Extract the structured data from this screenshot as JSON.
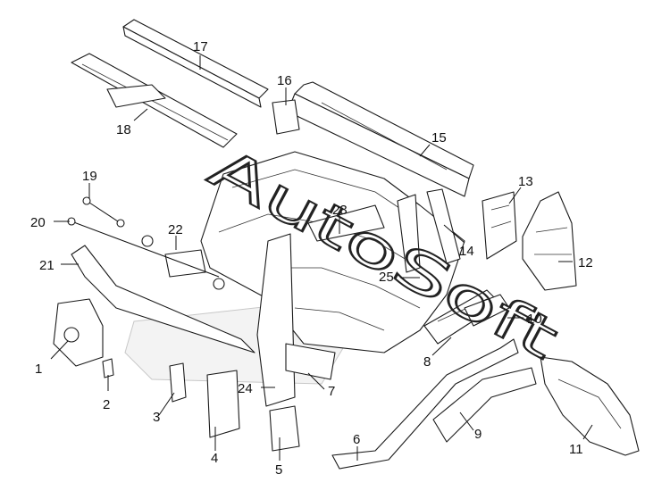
{
  "diagram": {
    "watermark": "AutoSoft",
    "callouts": [
      {
        "id": "1",
        "text": "1"
      },
      {
        "id": "2",
        "text": "2"
      },
      {
        "id": "3",
        "text": "3"
      },
      {
        "id": "4",
        "text": "4"
      },
      {
        "id": "5",
        "text": "5"
      },
      {
        "id": "6",
        "text": "6"
      },
      {
        "id": "7",
        "text": "7"
      },
      {
        "id": "8",
        "text": "8"
      },
      {
        "id": "9",
        "text": "9"
      },
      {
        "id": "10",
        "text": "10"
      },
      {
        "id": "11",
        "text": "11"
      },
      {
        "id": "12",
        "text": "12"
      },
      {
        "id": "13",
        "text": "13"
      },
      {
        "id": "14",
        "text": "14"
      },
      {
        "id": "15",
        "text": "15"
      },
      {
        "id": "16",
        "text": "16"
      },
      {
        "id": "17",
        "text": "17"
      },
      {
        "id": "18",
        "text": "18"
      },
      {
        "id": "19",
        "text": "19"
      },
      {
        "id": "20",
        "text": "20"
      },
      {
        "id": "21",
        "text": "21"
      },
      {
        "id": "22",
        "text": "22"
      },
      {
        "id": "23",
        "text": "23"
      },
      {
        "id": "24",
        "text": "24"
      },
      {
        "id": "25",
        "text": "25"
      }
    ]
  }
}
